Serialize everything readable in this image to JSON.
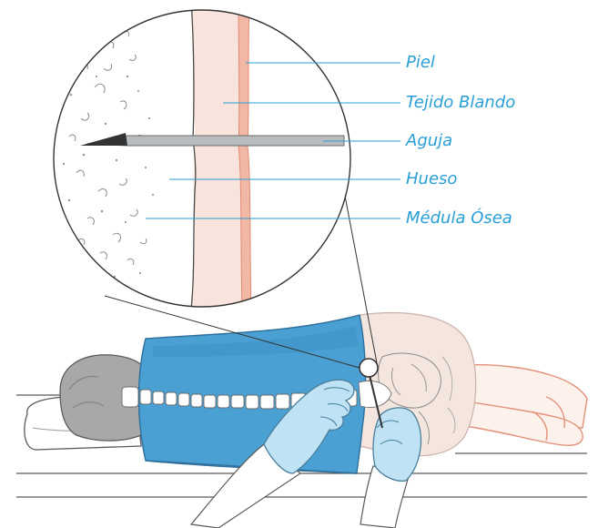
{
  "labels": {
    "skin": "Piel",
    "soft_tissue": "Tejido Blando",
    "needle": "Aguja",
    "bone": "Hueso",
    "marrow": "Médula Ósea"
  },
  "colors": {
    "label_blue": "#2a9fd6",
    "gown_blue": "#4a9fd3",
    "gown_dark": "#2f7fb4",
    "glove": "#bfe3f4",
    "skin_tone": "#f6d8cc",
    "soft_tissue": "#f8e4dc",
    "needle_gray": "#b9bcbf",
    "hair_gray": "#a8a8a8",
    "pale_skin": "#f4e5de"
  }
}
